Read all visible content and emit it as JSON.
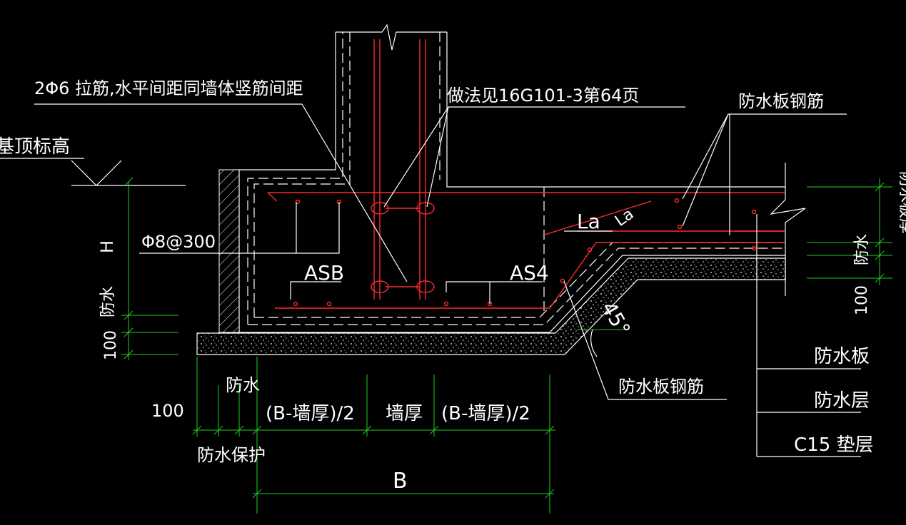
{
  "labels": {
    "tie_bar": "2Φ6 拉筋,水平间距同墙体竖筋间距",
    "method_ref": "做法见16G101-3第64页",
    "slab_rebar_top": "防水板钢筋",
    "foundation_top": "基顶标高",
    "stirrup": "Φ8@300",
    "height_h": "H",
    "waterproof_v": "防水",
    "asb": "ASB",
    "as4": "AS4",
    "la1": "La",
    "la2": "La",
    "angle": "45°",
    "slab_thickness": "防水板厚",
    "waterproof_right": "防水",
    "dim_100_right": "100",
    "dim_100_left": "100",
    "slab_rebar_bottom": "防水板钢筋",
    "waterproof_bottom": "防水",
    "dim_100_bottom": "100",
    "half_width_left": "(B-墙厚)/2",
    "wall_thickness": "墙厚",
    "half_width_right": "(B-墙厚)/2",
    "waterproof_protect": "防水保护",
    "dim_b": "B"
  },
  "legend": {
    "items": [
      "防水板",
      "防水层",
      "C15 垫层"
    ]
  },
  "colors": {
    "background": "#000000",
    "outline": "#ffffff",
    "rebar": "#ff2a2a",
    "dimension": "#22cc22"
  }
}
